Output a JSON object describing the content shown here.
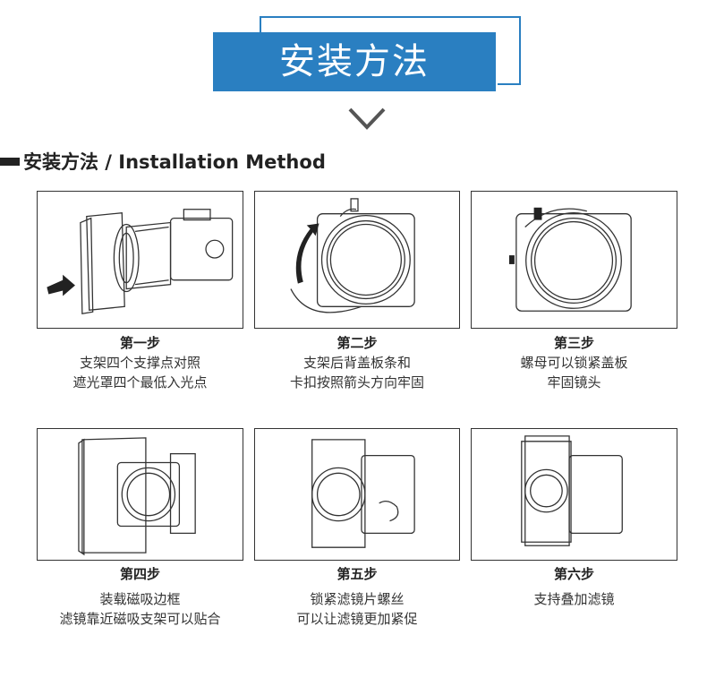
{
  "banner": {
    "title": "安装方法"
  },
  "section": {
    "title": "安装方法 / Installation Method"
  },
  "steps": [
    {
      "title": "第一步",
      "lines": [
        "支架四个支撑点对照",
        "遮光罩四个最低入光点"
      ]
    },
    {
      "title": "第二步",
      "lines": [
        "支架后背盖板条和",
        "卡扣按照箭头方向牢固"
      ]
    },
    {
      "title": "第三步",
      "lines": [
        "螺母可以锁紧盖板",
        "牢固镜头"
      ]
    },
    {
      "title": "第四步",
      "lines": [
        "装载磁吸边框",
        "滤镜靠近磁吸支架可以贴合"
      ]
    },
    {
      "title": "第五步",
      "lines": [
        "锁紧滤镜片螺丝",
        "可以让滤镜更加紧促"
      ]
    },
    {
      "title": "第六步",
      "lines": [
        "支持叠加滤镜"
      ]
    }
  ],
  "colors": {
    "accent": "#2a7fc1",
    "line": "#333333"
  },
  "icons": [
    "chevron-down-icon"
  ]
}
